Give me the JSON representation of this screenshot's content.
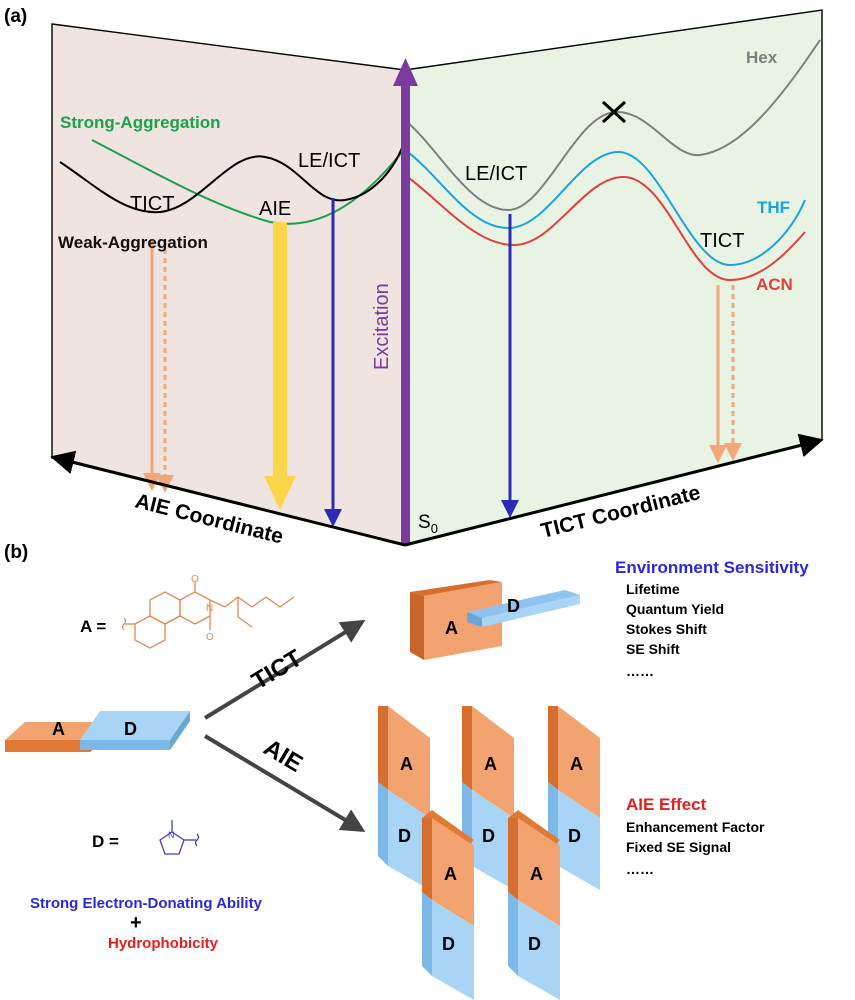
{
  "panel_a": {
    "label": "(a)",
    "curves": {
      "strong_aggregation": "Strong-Aggregation",
      "weak_aggregation": "Weak-Aggregation",
      "hex": "Hex",
      "thf": "THF",
      "acn": "ACN"
    },
    "states": {
      "tict_left": "TICT",
      "aie": "AIE",
      "le_ict_left": "LE/ICT",
      "le_ict_right": "LE/ICT",
      "tict_right": "TICT"
    },
    "excitation": "Excitation",
    "s0": "S",
    "s0_sub": "0",
    "aie_coordinate": "AIE Coordinate",
    "tict_coordinate": "TICT Coordinate"
  },
  "panel_b": {
    "label": "(b)",
    "a_eq": "A =",
    "d_eq": "D =",
    "acceptor_letter": "A",
    "donor_letter": "D",
    "tict_arrow": "TICT",
    "aie_arrow": "AIE",
    "env_title": "Environment Sensitivity",
    "env_items": [
      "Lifetime",
      "Quantum Yield",
      "Stokes Shift",
      "SE Shift",
      "……"
    ],
    "aie_effect_title": "AIE Effect",
    "aie_effect_items": [
      "Enhancement Factor",
      "Fixed SE Signal",
      "……"
    ],
    "donating": "Strong Electron-Donating Ability",
    "plus": "+",
    "hydrophobicity": "Hydrophobicity"
  },
  "colors": {
    "strong": "#1aa24a",
    "hex": "#7f7f7f",
    "thf": "#1aa3e0",
    "acn": "#e2403a",
    "purple": "#7a3aa0",
    "blue_label": "#2a2adb",
    "red_label": "#e51e1e",
    "orange": "#ef8a4a",
    "light_blue": "#a8d4f5"
  }
}
